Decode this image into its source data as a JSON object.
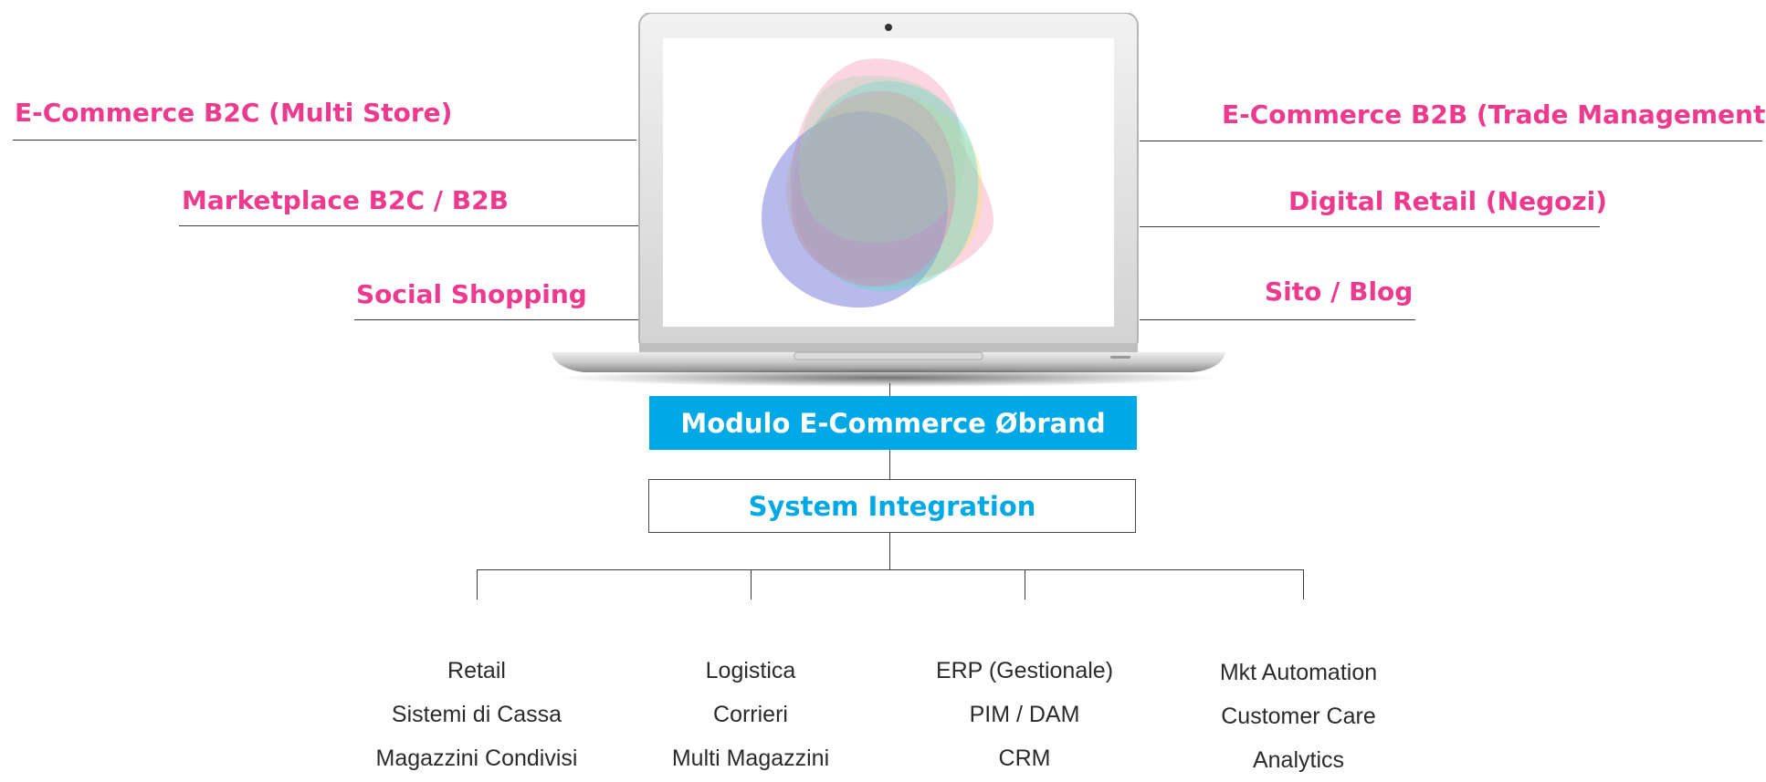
{
  "left_labels": [
    "E-Commerce B2C (Multi Store)",
    "Marketplace B2C / B2B",
    "Social Shopping"
  ],
  "right_labels": [
    "E-Commerce B2B (Trade Management)",
    "Digital Retail (Negozi)",
    "Sito / Blog"
  ],
  "module_box": "Modulo E-Commerce Øbrand",
  "integration_box": "System Integration",
  "columns": [
    {
      "items": [
        "Retail",
        "Sistemi di Cassa",
        "Magazzini Condivisi"
      ]
    },
    {
      "items": [
        "Logistica",
        "Corrieri",
        "Multi Magazzini"
      ]
    },
    {
      "items": [
        "ERP (Gestionale)",
        "PIM / DAM",
        "CRM"
      ]
    },
    {
      "items": [
        "Mkt Automation",
        "Customer Care",
        "Analytics"
      ]
    }
  ],
  "colors": {
    "pink": "#ee3a8e",
    "blue": "#00a9e6",
    "line": "#3a3a3a",
    "text": "#2b2b2b"
  }
}
